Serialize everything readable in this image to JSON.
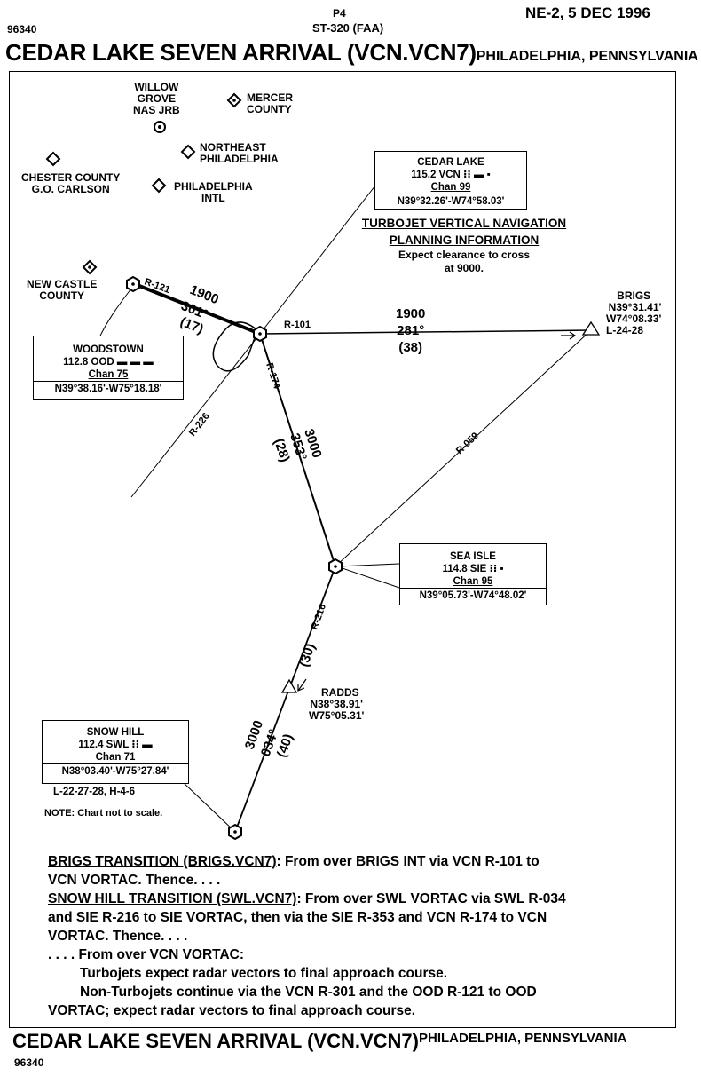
{
  "header": {
    "id_top": "96340",
    "page": "P4",
    "procedure_code": "ST-320 (FAA)",
    "effective": "NE-2, 5 DEC 1996",
    "title": "CEDAR LAKE SEVEN ARRIVAL (VCN.VCN7)",
    "location": "PHILADELPHIA, PENNSYLVANIA"
  },
  "airports": [
    {
      "name_line1": "WILLOW",
      "name_line2": "GROVE",
      "name_line3": "NAS JRB"
    },
    {
      "name_line1": "MERCER",
      "name_line2": "COUNTY"
    },
    {
      "name_line1": "NORTHEAST",
      "name_line2": "PHILADELPHIA"
    },
    {
      "name_line1": "CHESTER COUNTY",
      "name_line2": "G.O. CARLSON"
    },
    {
      "name_line1": "PHILADELPHIA",
      "name_line2": "INTL"
    },
    {
      "name_line1": "NEW CASTLE",
      "name_line2": "COUNTY"
    }
  ],
  "navaids": {
    "cedar_lake": {
      "name": "CEDAR LAKE",
      "freq": "115.2 VCN",
      "chan": "Chan 99",
      "coord": "N39°32.26'-W74°58.03'"
    },
    "woodstown": {
      "name": "WOODSTOWN",
      "freq": "112.8 OOD",
      "chan": "Chan 75",
      "coord": "N39°38.16'-W75°18.18'"
    },
    "sea_isle": {
      "name": "SEA ISLE",
      "freq": "114.8 SIE",
      "chan": "Chan 95",
      "coord": "N39°05.73'-W74°48.02'"
    },
    "snow_hill": {
      "name": "SNOW HILL",
      "freq": "112.4 SWL",
      "chan": "Chan 71",
      "coord": "N38°03.40'-W75°27.84'",
      "charts": "L-22-27-28, H-4-6"
    }
  },
  "fixes": {
    "brigs": {
      "name": "BRIGS",
      "lat": "N39°31.41'",
      "lon": "W74°08.33'",
      "charts": "L-24-28"
    },
    "radds": {
      "name": "RADDS",
      "lat": "N38°38.91'",
      "lon": "W75°05.31'"
    }
  },
  "vnav": {
    "line1": "TURBOJET VERTICAL NAVIGATION",
    "line2": "PLANNING INFORMATION",
    "line3": "Expect clearance to cross",
    "line4": "at 9000."
  },
  "radials": {
    "r121": "R-121",
    "r101": "R-101",
    "r226": "R-226",
    "r174": "R-174",
    "r059": "R-059",
    "r216": "R-216"
  },
  "segments": {
    "ood": {
      "alt": "1900",
      "crs": "301°",
      "dist": "(17)"
    },
    "brigs": {
      "alt": "1900",
      "crs": "281°",
      "dist": "(38)"
    },
    "sie": {
      "alt": "3000",
      "crs": "353°",
      "dist": "(28)"
    },
    "radds_sie": {
      "dist": "(30)"
    },
    "swl": {
      "alt": "3000",
      "crs": "034°",
      "dist": "(40)"
    }
  },
  "note": "NOTE: Chart not to scale.",
  "narrative": {
    "brigs_heading": "BRIGS TRANSITION (BRIGS.VCN7)",
    "brigs_text1": ": From over BRIGS INT via VCN R-101 to",
    "brigs_text2": "VCN VORTAC. Thence. . . .",
    "swl_heading": "SNOW HILL TRANSITION (SWL.VCN7)",
    "swl_text1": ": From over SWL VORTAC via SWL R-034",
    "swl_text2": "and SIE R-216 to SIE VORTAC, then via the SIE R-353 and VCN R-174 to VCN",
    "swl_text3": "VORTAC. Thence. . . .",
    "common1": ". . . . From over VCN VORTAC:",
    "common2": "Turbojets expect radar vectors to final approach course.",
    "common3": "Non-Turbojets continue via the VCN R-301 and the OOD R-121 to OOD",
    "common4": "VORTAC; expect radar vectors to final approach course."
  },
  "footer": {
    "title": "CEDAR LAKE SEVEN ARRIVAL (VCN.VCN7)",
    "location": "PHILADELPHIA, PENNSYLVANIA",
    "id_bottom": "96340"
  }
}
